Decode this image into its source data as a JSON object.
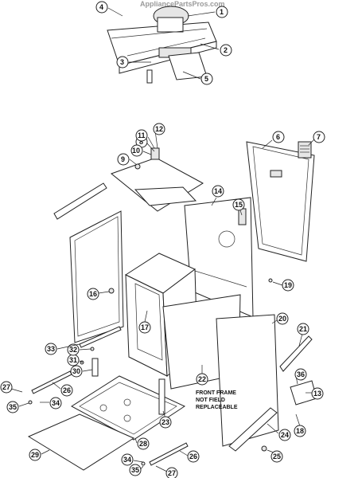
{
  "watermark": "AppliancePartsPros.com",
  "front_frame_note": [
    "FRONT FRAME",
    "NOT FIELD",
    "REPLACEABLE"
  ],
  "callouts": [
    "1",
    "2",
    "3",
    "4",
    "5",
    "6",
    "7",
    "8",
    "9",
    "10",
    "11",
    "12",
    "13",
    "14",
    "15",
    "16",
    "17",
    "18",
    "19",
    "20",
    "21",
    "22",
    "23",
    "24",
    "25",
    "26",
    "26",
    "27",
    "27",
    "28",
    "29",
    "30",
    "31",
    "32",
    "33",
    "34",
    "34",
    "35",
    "35",
    "36"
  ]
}
